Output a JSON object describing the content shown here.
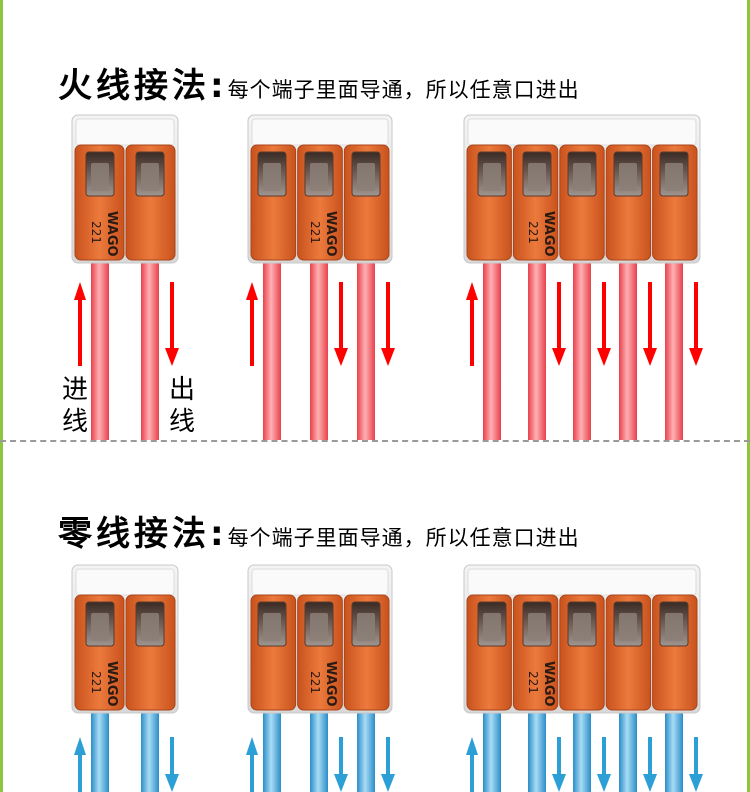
{
  "live_section": {
    "title": "火线接法",
    "separator": ":",
    "description": "每个端子里面导通，所以任意口进出",
    "labels": {
      "in_line1": "进",
      "in_line2": "线",
      "out_line1": "出",
      "out_line2": "线"
    }
  },
  "neutral_section": {
    "title": "零线接法",
    "separator": ":",
    "description": "每个端子里面导通，所以任意口进出"
  },
  "connector": {
    "brand": "WAGO",
    "model": "221"
  },
  "colors": {
    "live_wire": "#ff0000",
    "neutral_wire": "#2c9fd6",
    "connector_lever": "#e0612a",
    "accent_edge": "#8cc63f"
  },
  "connectors": [
    {
      "ports": 2,
      "arrows": [
        "up",
        "down"
      ]
    },
    {
      "ports": 3,
      "arrows": [
        "up",
        "down",
        "down"
      ]
    },
    {
      "ports": 5,
      "arrows": [
        "up",
        "down",
        "down",
        "down",
        "down"
      ]
    }
  ]
}
